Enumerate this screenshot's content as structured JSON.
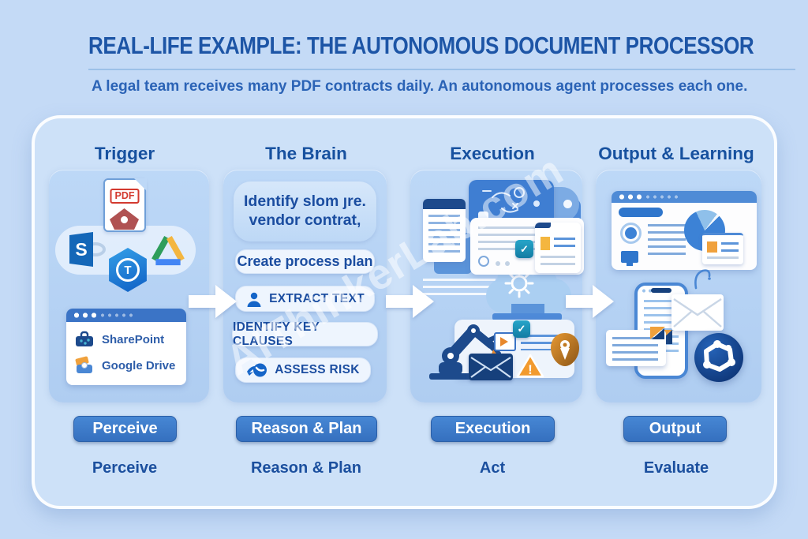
{
  "header": {
    "title": "REAL-LIFE EXAMPLE: THE AUTONOMOUS DOCUMENT PROCESSOR",
    "subtitle": "A legal team receives many PDF contracts daily. An autonomous agent processes each one."
  },
  "watermark": "AIThinkerLab.com",
  "columns": [
    {
      "header": "Trigger",
      "badge": "Perceive",
      "stage": "Perceive"
    },
    {
      "header": "The Brain",
      "badge": "Reason & Plan",
      "stage": "Reason & Plan"
    },
    {
      "header": "Execution",
      "badge": "Execution",
      "stage": "Act"
    },
    {
      "header": "Output & Learning",
      "badge": "Output",
      "stage": "Evaluate"
    }
  ],
  "trigger": {
    "pdf_label": "PDF",
    "sharepoint_letter": "S",
    "hex_letter": "T",
    "sources": [
      {
        "name": "SharePoint"
      },
      {
        "name": "Google Drive"
      }
    ]
  },
  "brain": {
    "thought_line1": "Identify slom ȷre.",
    "thought_line2": "vendor contrat,",
    "steps": [
      {
        "label": "Create process plan"
      },
      {
        "label": "EXTRACT TEXT"
      },
      {
        "label": "IDENTIFY KEY CLAUSES"
      },
      {
        "label": "ASSESS RISK"
      }
    ]
  },
  "execution_art": {
    "warning_glyph": "!"
  },
  "colors": {
    "background": "#c4daf6",
    "panel": "#cde1f8",
    "card": "#b7d3f4",
    "title_text": "#1d55a6",
    "subtitle_text": "#2b63b6",
    "header_text": "#17519f",
    "badge_bg": "#3a7ac8",
    "badge_text": "#ffffff",
    "pill_text": "#1b4da0",
    "accent_red": "#d33a2f",
    "accent_orange": "#f0a13c",
    "accent_teal": "#1f8fba",
    "navy": "#1d4a8c"
  }
}
